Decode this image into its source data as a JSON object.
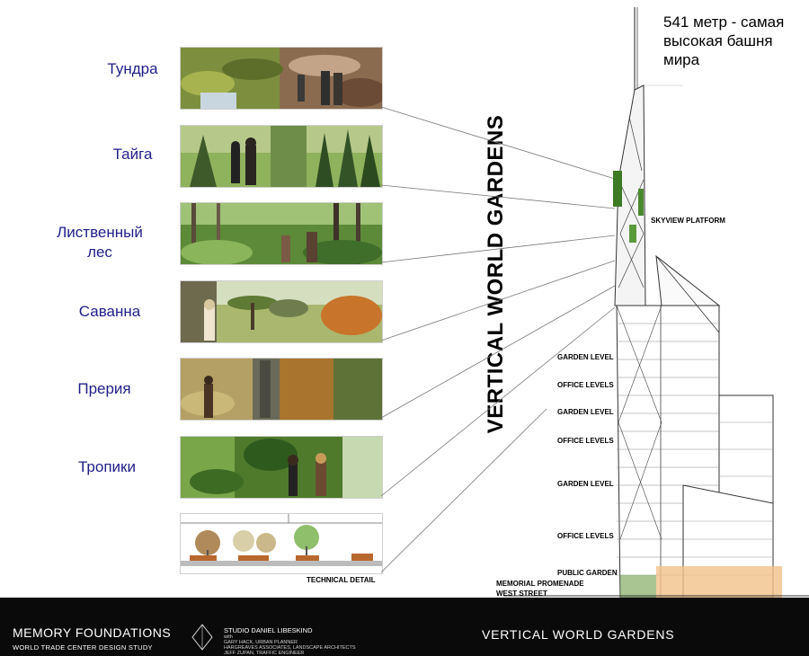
{
  "biomes": [
    {
      "label": "Тундра"
    },
    {
      "label": "Тайга"
    },
    {
      "label": "Лиственный лес"
    },
    {
      "label": "Саванна"
    },
    {
      "label": "Прерия"
    },
    {
      "label": "Тропики"
    }
  ],
  "technical_detail": "TECHNICAL DETAIL",
  "vertical_title": "VERTICAL WORLD GARDENS",
  "tower_labels": {
    "skyview": "SKYVIEW PLATFORM",
    "garden_level_1": "GARDEN LEVEL",
    "office_levels_1": "OFFICE LEVELS",
    "garden_level_2": "GARDEN LEVEL",
    "office_levels_2": "OFFICE LEVELS",
    "garden_level_3": "GARDEN LEVEL",
    "office_levels_3": "OFFICE LEVELS",
    "public_garden": "PUBLIC GARDEN",
    "memorial_promenade": "MEMORIAL PROMENADE",
    "west_street": "WEST STREET"
  },
  "caption": {
    "line1": "541 метр - самая",
    "line2": "высокая башня",
    "line3": "мира"
  },
  "footer": {
    "title": "MEMORY FOUNDATIONS",
    "subtitle": "WORLD TRADE CENTER DESIGN STUDY",
    "studio": "STUDIO DANIEL LIBESKIND",
    "credits_1": "with",
    "credits_2": "GARY HACK, URBAN PLANNER",
    "credits_3": "HARGREAVES ASSOCIATES, LANDSCAPE ARCHITECTS",
    "credits_4": "JEFF ZUPAN, TRAFFIC ENGINEER",
    "right_title": "VERTICAL  WORLD  GARDENS"
  },
  "colors": {
    "label": "#1f1f8a",
    "footer_bg": "#0a0a0a",
    "foliage": "#4f7a2c"
  }
}
